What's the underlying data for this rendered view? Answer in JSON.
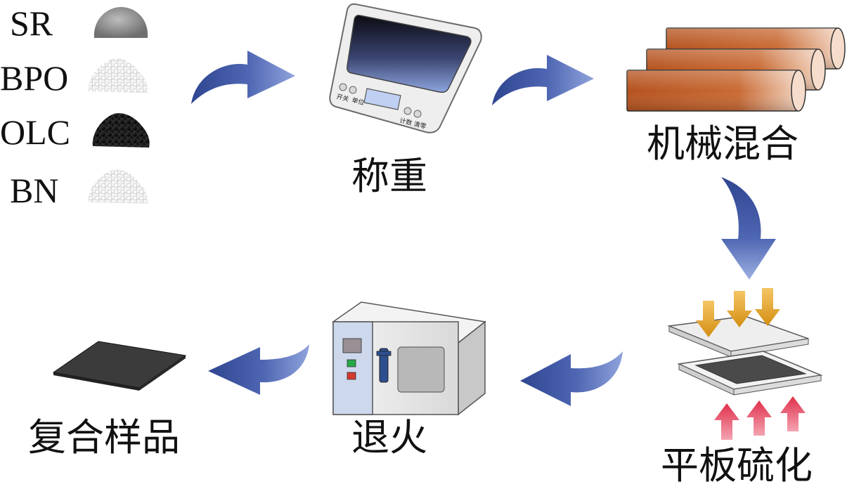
{
  "materials": [
    {
      "name": "SR",
      "icon": "silicone-rubber-blob-icon"
    },
    {
      "name": "BPO",
      "icon": "white-powder-icon"
    },
    {
      "name": "OLC",
      "icon": "black-powder-icon"
    },
    {
      "name": "BN",
      "icon": "white-powder-icon"
    }
  ],
  "steps": {
    "weigh": "称重",
    "mix": "机械混合",
    "press": "平板硫化",
    "anneal": "退火",
    "product": "复合样品"
  },
  "scale": {
    "btn_power": "开关",
    "btn_unit": "单位",
    "btn_count": "计数",
    "btn_tare": "清零"
  },
  "colors": {
    "arrow": "#3f56a3",
    "roller": "#c4622b",
    "press_arrow_down": "#e3a52a",
    "press_arrow_up": "#d8384e",
    "sample": "#3b3b3b"
  }
}
